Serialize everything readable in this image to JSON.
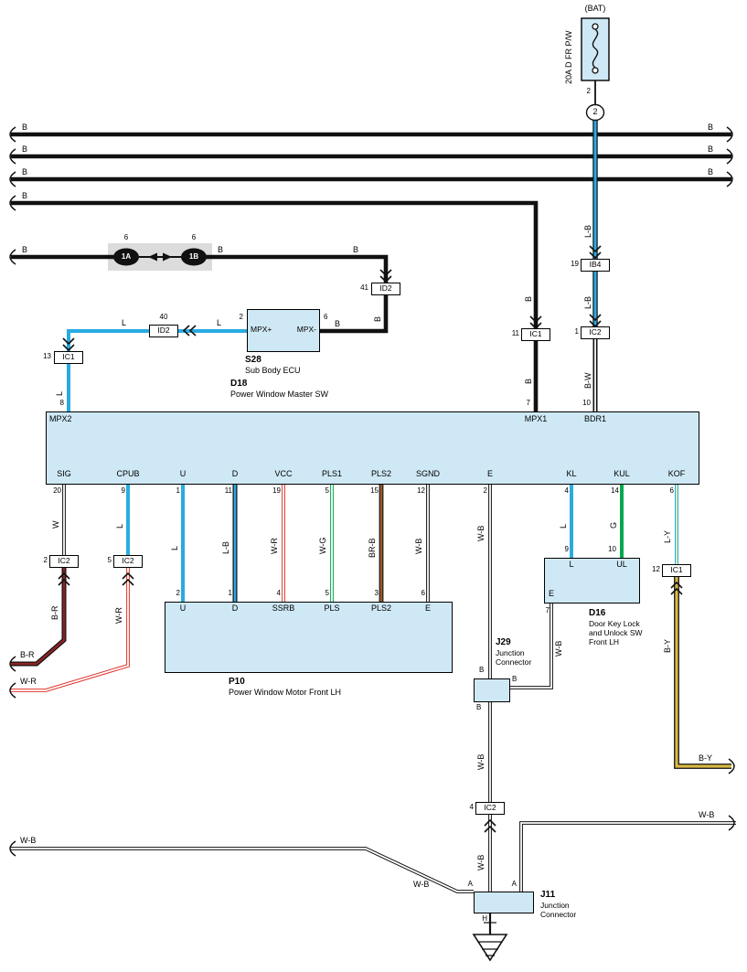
{
  "colors": {
    "box-fill": "#cfe8f5",
    "gray-fill": "#dcdcdc",
    "wire-black": "#111111",
    "wire-blue": "#29abe2",
    "wire-green": "#00a94f",
    "wire-red": "#e0342b",
    "wire-darkred": "#8e2323",
    "wire-brown": "#9c5a28",
    "wire-yellow": "#d9b945",
    "wire-lightyellow": "#f7f3b0"
  },
  "battery": {
    "label": "(BAT)",
    "fuse_name": "20A D FR P/W",
    "pin": "2",
    "connector": "2"
  },
  "wire_labels": {
    "b": "B",
    "l": "L",
    "w": "W",
    "g": "G",
    "lb": "L-B",
    "bw": "B-W",
    "wr": "W-R",
    "br": "B-R",
    "wg": "W-G",
    "brb": "BR-B",
    "wb": "W-B",
    "by": "B-Y",
    "ly": "L-Y"
  },
  "inline_connectors": {
    "ic1": "IC1",
    "ic2": "IC2",
    "id2": "ID2",
    "ib4": "IB4",
    "n13": "13",
    "n40": "40",
    "n41": "41",
    "n19": "19",
    "n11": "11",
    "n1": "1",
    "n2": "2",
    "n5": "5",
    "n12": "12",
    "n4": "4",
    "n6": "6",
    "c1a": "1A",
    "c1b": "1B"
  },
  "s28": {
    "id": "S28",
    "name": "Sub Body ECU",
    "pin_left_num": "2",
    "pin_left": "MPX+",
    "pin_right": "MPX-",
    "pin_right_num": "6"
  },
  "d18": {
    "id": "D18",
    "name": "Power Window Master SW",
    "top_pins": [
      {
        "num": "8",
        "label": "MPX2"
      },
      {
        "num": "7",
        "label": "MPX1"
      },
      {
        "num": "10",
        "label": "BDR1"
      }
    ],
    "bottom_pins": [
      {
        "num": "20",
        "label": "SIG"
      },
      {
        "num": "9",
        "label": "CPUB"
      },
      {
        "num": "1",
        "label": "U"
      },
      {
        "num": "11",
        "label": "D"
      },
      {
        "num": "19",
        "label": "VCC"
      },
      {
        "num": "5",
        "label": "PLS1"
      },
      {
        "num": "15",
        "label": "PLS2"
      },
      {
        "num": "12",
        "label": "SGND"
      },
      {
        "num": "2",
        "label": "E"
      },
      {
        "num": "4",
        "label": "KL"
      },
      {
        "num": "14",
        "label": "KUL"
      },
      {
        "num": "6",
        "label": "KOF"
      }
    ]
  },
  "p10": {
    "id": "P10",
    "name": "Power Window Motor Front LH",
    "pins": [
      {
        "num": "2",
        "label": "U"
      },
      {
        "num": "1",
        "label": "D"
      },
      {
        "num": "4",
        "label": "SSRB"
      },
      {
        "num": "5",
        "label": "PLS"
      },
      {
        "num": "3",
        "label": "PLS2"
      },
      {
        "num": "6",
        "label": "E"
      }
    ]
  },
  "d16": {
    "id": "D16",
    "name_line1": "Door Key Lock",
    "name_line2": "and Unlock SW",
    "name_line3": "Front LH",
    "pin9": "9",
    "pin9_label": "L",
    "pin10": "10",
    "pin10_label": "UL",
    "pin7": "7",
    "pin7_label": "E"
  },
  "j29": {
    "id": "J29",
    "name_line1": "Junction",
    "name_line2": "Connector",
    "pin": "B"
  },
  "j11": {
    "id": "J11",
    "name_line1": "Junction",
    "name_line2": "Connector",
    "pin_a": "A",
    "pin_h": "H"
  }
}
